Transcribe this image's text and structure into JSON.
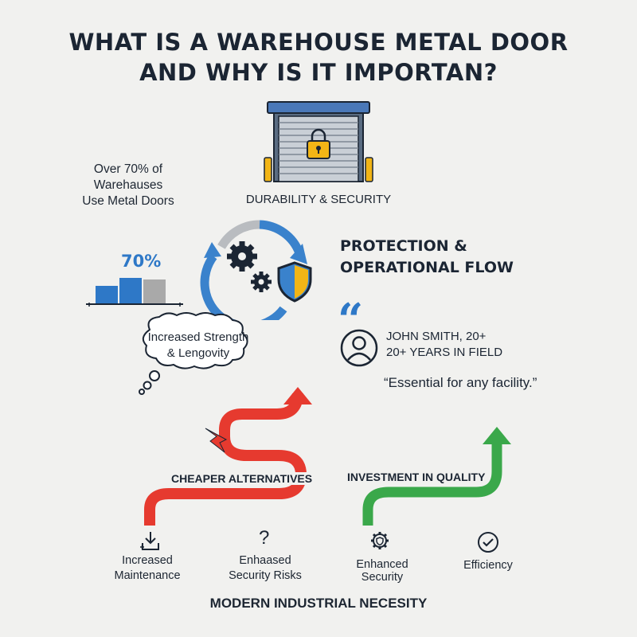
{
  "title": {
    "line1": "WHAT IS A WAREHOUSE METAL DOOR",
    "line2": "AND WHY IS IT IMPORTAN?"
  },
  "stat": {
    "line1": "Over 70% of",
    "line2": "Warehauses",
    "line3": "Use Metal Doors",
    "percent_label": "70%",
    "bar_levels": [
      0.55,
      0.8,
      0.75
    ],
    "bar_colors": [
      "#2e78c7",
      "#2e78c7",
      "#a9a9a9"
    ]
  },
  "door_caption": "DURABILITY & SECURITY",
  "protection": {
    "line1": "PROTECTION &",
    "line2": "OPERATIONAL FLOW"
  },
  "thought_bubble": {
    "line1": "Increased Strength",
    "line2": "& Lengovity"
  },
  "testimonial": {
    "quote_mark": "“",
    "name": "JOHN SMITH, 20+",
    "role": "20+ YEARS IN FIELD",
    "quote": "“Essential for any facility.”"
  },
  "paths": {
    "red_label": "CHEAPER ALTERNATIVES",
    "green_label": "INVESTMENT IN QUALITY"
  },
  "outcomes": {
    "increased_maintenance": {
      "line1": "Increased",
      "line2": "Maintenance"
    },
    "security_risks": {
      "line1": "Enhaased",
      "line2": "Security Risks"
    },
    "enhanced_security": "Enhanced Security",
    "efficiency": "Efficiency"
  },
  "footer": "MODERN INDUSTRIAL NECESITY",
  "colors": {
    "red": "#e63a2f",
    "green": "#3aa84a",
    "blue": "#2e78c7",
    "navy": "#1b2533",
    "yellow": "#f2b516"
  }
}
